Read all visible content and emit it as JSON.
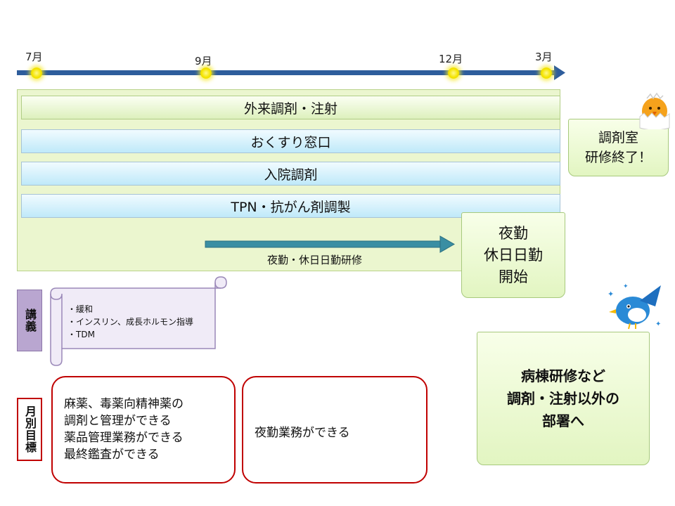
{
  "timeline": {
    "months": [
      "7月",
      "9月",
      "12月",
      "3月"
    ]
  },
  "tracks": [
    "外来調剤・注射",
    "おくすり窓口",
    "入院調剤",
    "TPN・抗がん剤調製"
  ],
  "night_training": "夜勤・休日日勤研修",
  "callouts": {
    "dispensing_complete": [
      "調剤室",
      "研修終了！"
    ],
    "night_start": [
      "夜勤",
      "休日日勤",
      "開始"
    ],
    "ward_training": [
      "病棟研修など",
      "調剤・注射以外の",
      "部署へ"
    ]
  },
  "lecture": {
    "label": "講義",
    "items": [
      "・緩和",
      "・インスリン、成長ホルモン指導",
      "・TDM"
    ]
  },
  "monthly_goals": {
    "label": "月別目標",
    "box1": [
      "麻薬、毒薬向精神薬の",
      "調剤と管理ができる",
      "薬品管理業務ができる",
      "最終鑑査ができる"
    ],
    "box2": "夜勤業務ができる"
  },
  "colors": {
    "timeline_arrow": "#2e5d9c",
    "panel_green": "#ebf6cf",
    "goal_border": "#c00000",
    "lecture_label": "#b9a6d0"
  }
}
